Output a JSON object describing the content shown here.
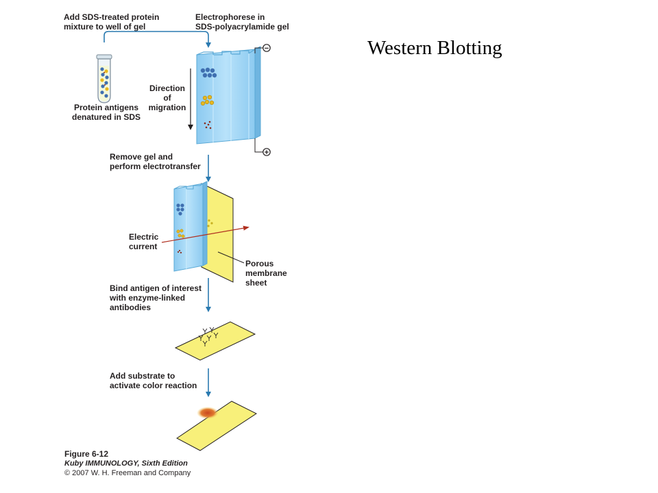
{
  "title": "Western Blotting",
  "steps": {
    "add_mixture": "Add SDS-treated protein\nmixture to well of gel",
    "electrophorese": "Electrophorese in\nSDS-polyacrylamide gel",
    "direction": "Direction\nof\nmigration",
    "antigens": "Protein antigens\ndenatured in SDS",
    "remove_gel": "Remove gel and\nperform electrotransfer",
    "electric_current": "Electric\ncurrent",
    "membrane": "Porous\nmembrane\nsheet",
    "bind": "Bind antigen of interest\nwith enzyme-linked\nantibodies",
    "substrate": "Add substrate to\nactivate color reaction"
  },
  "electrodes": {
    "negative": "−",
    "positive": "+"
  },
  "caption": {
    "figure": "Figure 6-12",
    "book": "Kuby IMMUNOLOGY, Sixth Edition",
    "copyright": "© 2007 W. H. Freeman and Company"
  },
  "colors": {
    "gel": "#a6d8f5",
    "gel_edge": "#5aa9d6",
    "membrane": "#f8f07a",
    "band_blue": "#3f6fb0",
    "band_yellow": "#e8b820",
    "band_red": "#8a2a1a",
    "arrow": "#2a7ab0",
    "current": "#b03020",
    "color_spot": "#d9672a"
  }
}
